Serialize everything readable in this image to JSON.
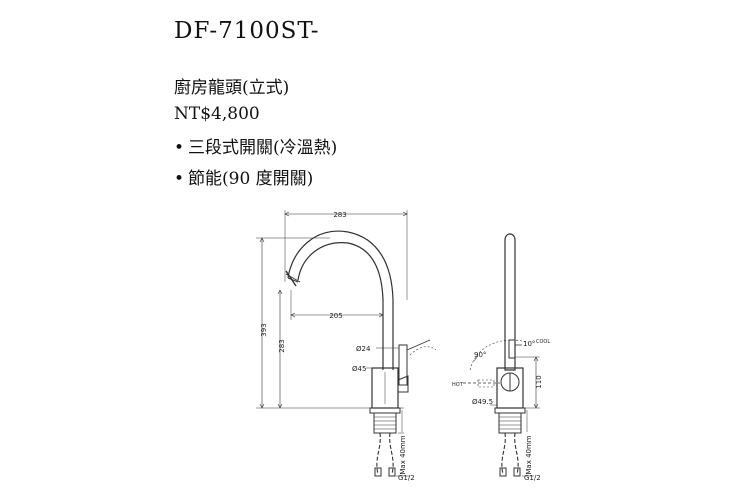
{
  "product": {
    "model": "DF-7100ST-",
    "name": "廚房龍頭(立式)",
    "price": "NT$4,800",
    "features": [
      "三段式開關(冷溫熱)",
      "節能(90 度開關)"
    ]
  },
  "drawing": {
    "side": {
      "width": "283",
      "reach": "205",
      "height_total": "393",
      "height_spout": "283",
      "dia_handle": "Ø24",
      "dia_body": "Ø45",
      "max_len": "Max 40mm",
      "thread": "G1/2"
    },
    "front": {
      "angle_hot": "90°",
      "angle_cool": "10°",
      "cool": "COOL",
      "hot": "HOT",
      "dia_base": "Ø49.5",
      "height": "110",
      "max_len": "Max 40mm",
      "thread": "G1/2"
    }
  }
}
